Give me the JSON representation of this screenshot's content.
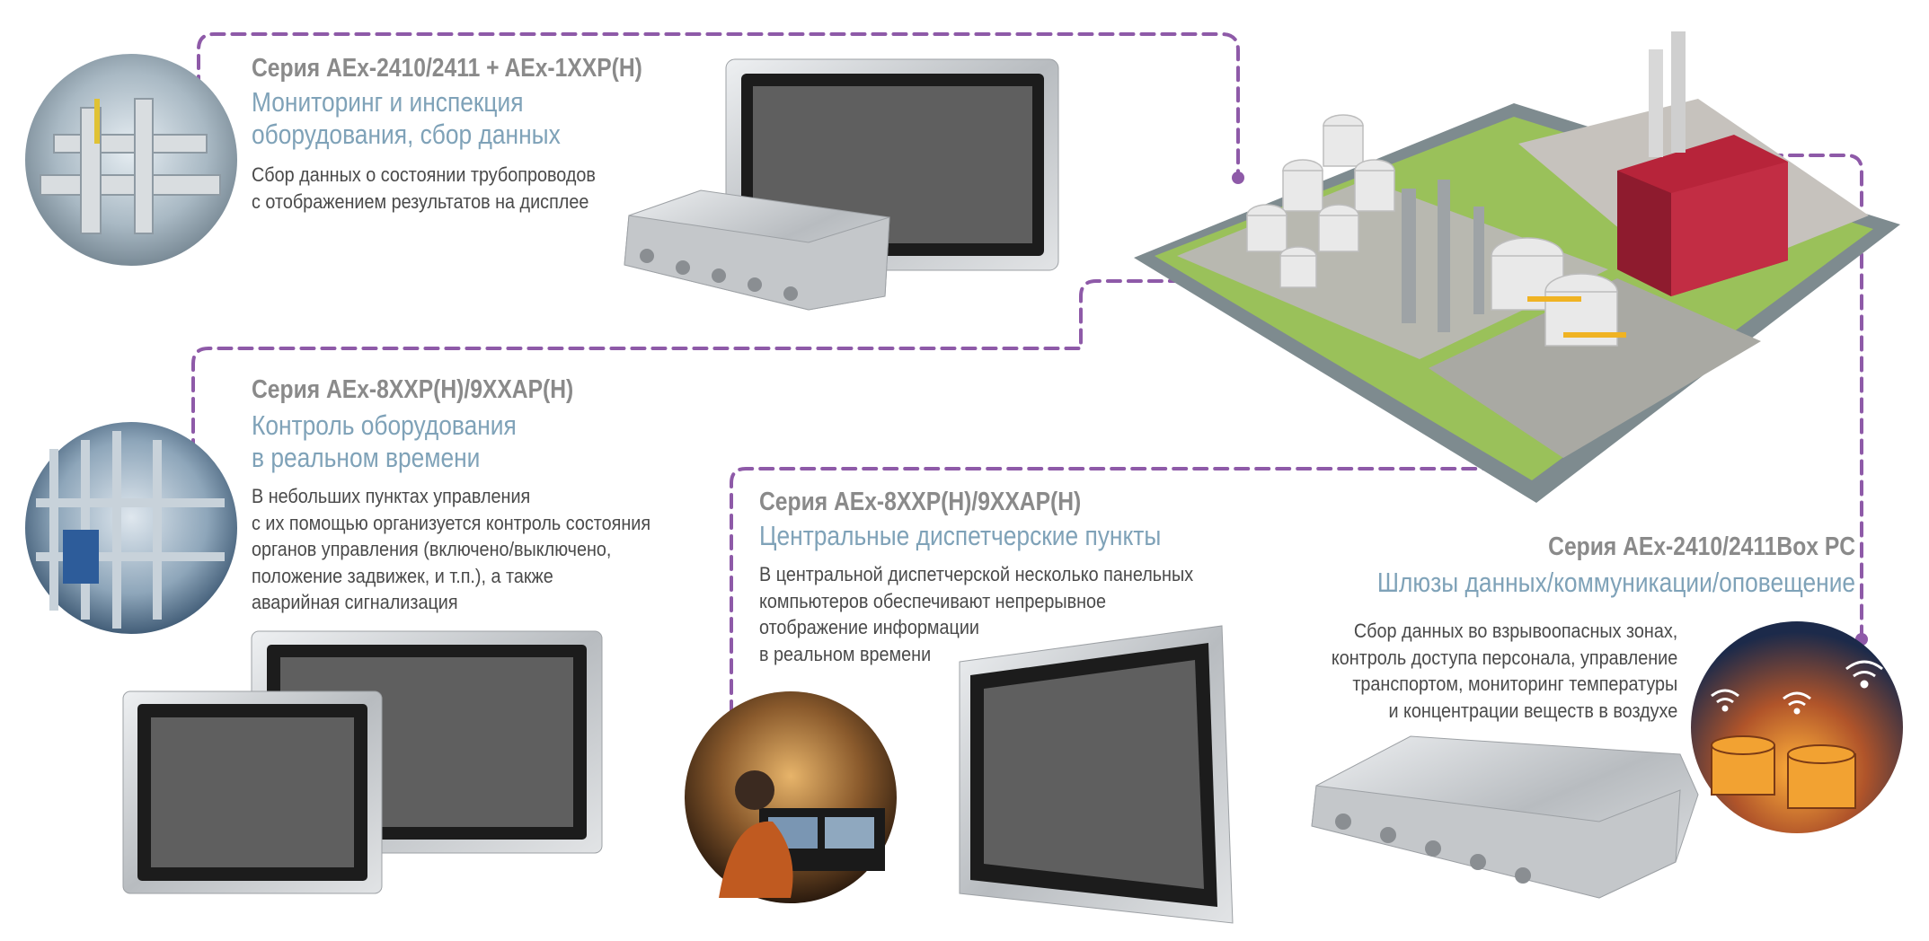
{
  "blocks": [
    {
      "series": "Серия AEx-2410/2411 + AEx-1XXP(H)",
      "subtitle_lines": [
        "Мониторинг и инспекция",
        "оборудования, сбор данных"
      ],
      "desc_lines": [
        "Сбор данных о состоянии трубопроводов",
        "с отображением результатов на дисплее"
      ]
    },
    {
      "series": "Серия AEx-8XXP(H)/9XXAP(H)",
      "subtitle_lines": [
        "Контроль оборудования",
        "в реальном времени"
      ],
      "desc_lines": [
        "В небольших пунктах управления",
        "с их помощью организуется контроль состояния",
        "органов управления (включено/выключено,",
        "положение задвижек, и т.п.), а также",
        "аварийная сигнализация"
      ]
    },
    {
      "series": "Серия AEx-8XXP(H)/9XXAP(H)",
      "subtitle_lines": [
        "Центральные диспетчерские пункты"
      ],
      "desc_lines": [
        "В центральной диспетчерской несколько панельных",
        "компьютеров обеспечивают непрерывное",
        "отображение информации",
        "в реальном времени"
      ]
    },
    {
      "series": "Серия AEx-2410/2411Box PC",
      "subtitle_lines": [
        "Шлюзы данных/коммуникации/оповещение"
      ],
      "desc_lines": [
        "Сбор данных во взрывоопасных зонах,",
        "контроль доступа персонала, управление",
        "транспортом, мониторинг температуры",
        "и концентрации веществ в воздухе"
      ]
    }
  ],
  "colors": {
    "accent_dashed": "#8e5aa8",
    "series_gray": "#8a8a8a",
    "subtitle_blue": "#7fa2b8",
    "body_text": "#4a4a4a",
    "panel_screen": "#5f5f5f",
    "steel": "#c9cbce"
  },
  "icons": [
    "pipeline-photo",
    "plant-pipes-photo",
    "control-room-photo",
    "tank-farm-wifi-photo",
    "industrial-plant-illustration",
    "panel-pc",
    "box-pc",
    "wifi-icon"
  ]
}
